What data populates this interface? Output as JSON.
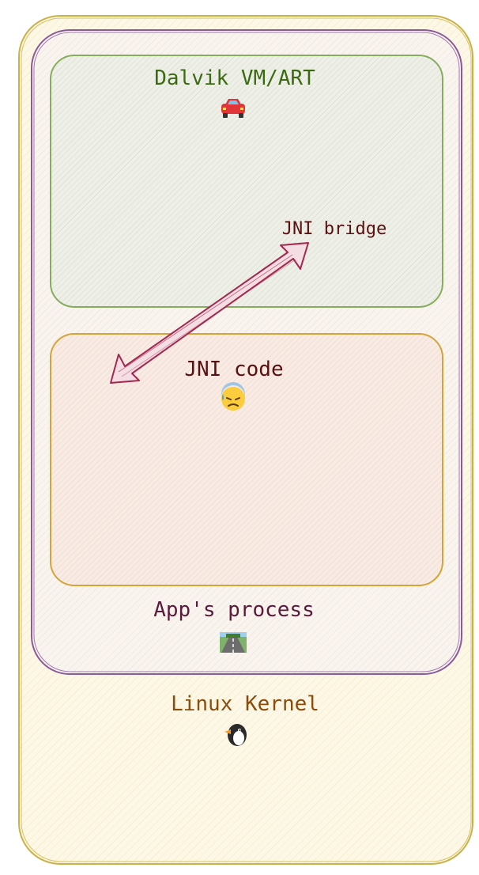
{
  "diagram": {
    "kernel": {
      "label": "Linux Kernel",
      "icon": "penguin-icon",
      "color": "#8a4b0b",
      "stroke": "#c9b24a",
      "fill": "#fdf6e0"
    },
    "process": {
      "label": "App's process",
      "icon": "road-icon",
      "color": "#5a1a3a",
      "stroke": "#8a5a9a"
    },
    "vm": {
      "label": "Dalvik VM/ART",
      "icon": "car-icon",
      "color": "#3c6a12",
      "stroke": "#86ad5f",
      "fill": "#e8ecdd"
    },
    "jni_code": {
      "label": "JNI code",
      "icon": "sweat-face-icon",
      "color": "#5a1010",
      "stroke": "#d4a437",
      "fill": "#f5e5dc"
    },
    "bridge": {
      "label": "JNI bridge",
      "color": "#5a1010",
      "arrow_color": "#a3284f"
    }
  }
}
